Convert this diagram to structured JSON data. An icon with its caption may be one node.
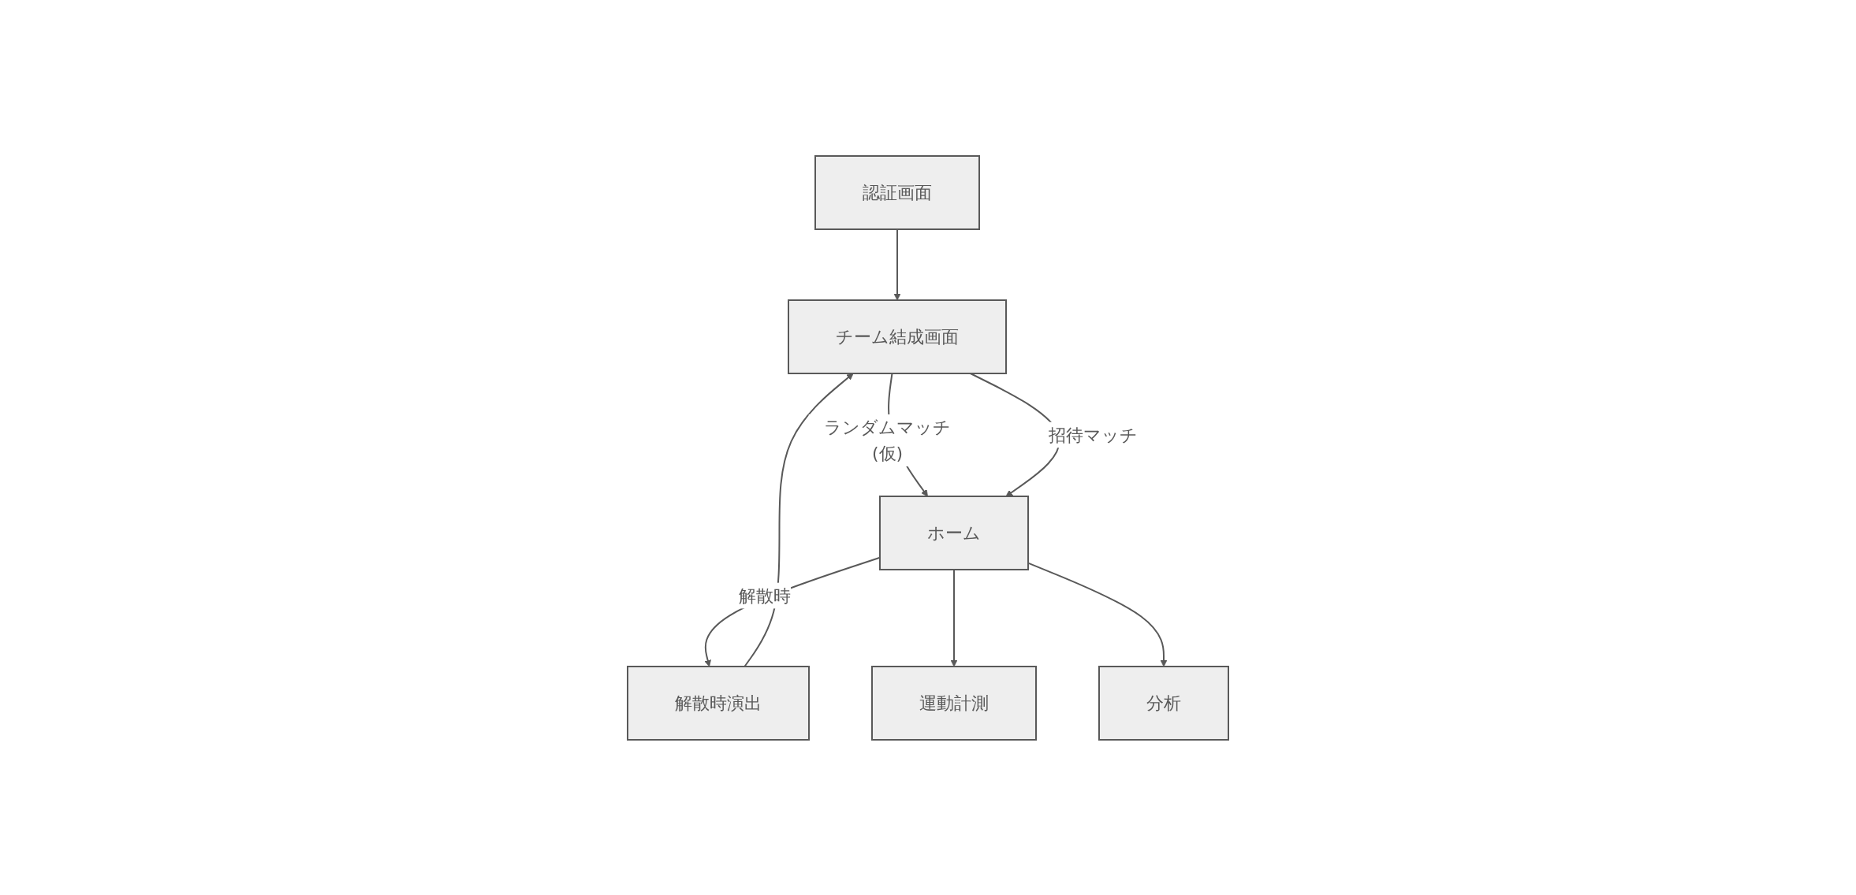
{
  "diagram": {
    "nodes": [
      {
        "text": [
          "認証画面"
        ]
      },
      {
        "text": [
          "チーム結成画面"
        ]
      },
      {
        "text": [
          "解散時演出"
        ]
      },
      {
        "text": [
          "ホーム"
        ]
      },
      {
        "text": [
          "運動計測"
        ]
      },
      {
        "text": [
          "分析"
        ]
      }
    ],
    "edges": [
      {
        "from": 0,
        "to": 1,
        "arrow": "to"
      },
      {
        "from": 2,
        "to": 1,
        "arrow": "to"
      },
      {
        "from": 1,
        "to": 3,
        "label": "ランダムマッチ(仮)",
        "arrow": "to"
      },
      {
        "from": 1,
        "to": 3,
        "label": "招待マッチ",
        "arrow": "to"
      },
      {
        "from": 3,
        "to": 2,
        "label": "解散時",
        "arrow": "to"
      },
      {
        "from": 3,
        "to": 4,
        "arrow": "to"
      },
      {
        "from": 3,
        "to": 5,
        "arrow": "to"
      }
    ]
  }
}
